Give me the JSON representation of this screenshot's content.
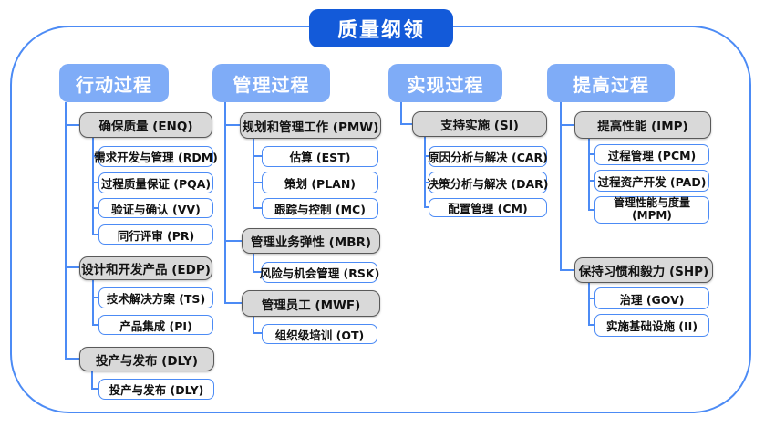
{
  "title": "质量纲领",
  "colors": {
    "title_bg": "#135ad9",
    "header_bg": "#7facf7",
    "connector": "#4c8bf5",
    "group_fill": "#d9d9d9",
    "group_border": "#595959",
    "leaf_border": "#4c8bf5"
  },
  "columns": [
    {
      "header": "行动过程",
      "groups": [
        {
          "label": "确保质量 (ENQ)",
          "children": [
            "需求开发与管理 (RDM)",
            "过程质量保证 (PQA)",
            "验证与确认 (VV)",
            "同行评审 (PR)"
          ]
        },
        {
          "label": "设计和开发产品 (EDP)",
          "children": [
            "技术解决方案 (TS)",
            "产品集成 (PI)"
          ]
        },
        {
          "label": "投产与发布 (DLY)",
          "children": [
            "投产与发布 (DLY)"
          ]
        }
      ]
    },
    {
      "header": "管理过程",
      "groups": [
        {
          "label": "规划和管理工作 (PMW)",
          "children": [
            "估算 (EST)",
            "策划 (PLAN)",
            "跟踪与控制 (MC)"
          ]
        },
        {
          "label": "管理业务弹性 (MBR)",
          "children": [
            "风险与机会管理 (RSK)"
          ]
        },
        {
          "label": "管理员工 (MWF)",
          "children": [
            "组织级培训 (OT)"
          ]
        }
      ]
    },
    {
      "header": "实现过程",
      "groups": [
        {
          "label": "支持实施 (SI)",
          "children": [
            "原因分析与解决 (CAR)",
            "决策分析与解决 (DAR)",
            "配置管理 (CM)"
          ]
        }
      ]
    },
    {
      "header": "提高过程",
      "groups": [
        {
          "label": "提高性能 (IMP)",
          "children": [
            "过程管理 (PCM)",
            "过程资产开发 (PAD)",
            "管理性能与度量 (MPM)"
          ]
        },
        {
          "label": "保持习惯和毅力 (SHP)",
          "children": [
            "治理 (GOV)",
            "实施基础设施 (II)"
          ]
        }
      ]
    }
  ]
}
